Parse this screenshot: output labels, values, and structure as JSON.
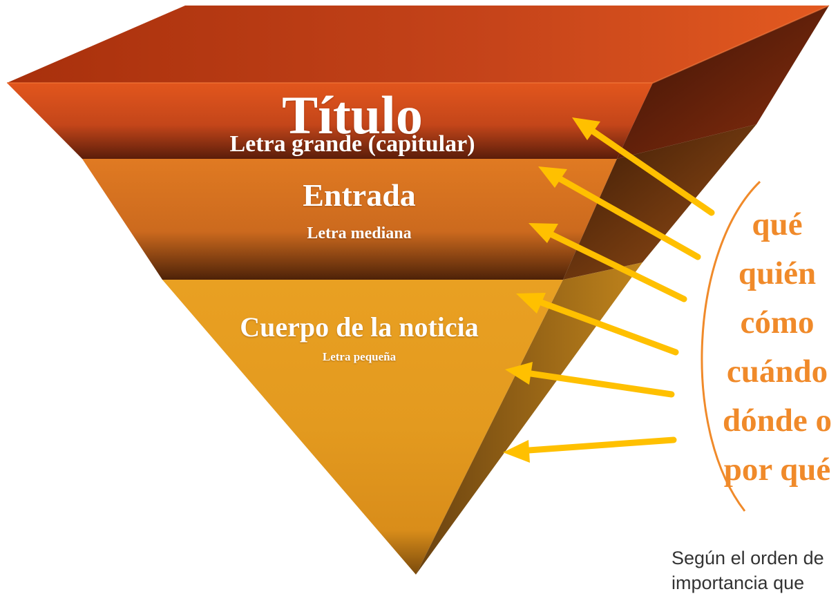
{
  "pyramid": {
    "title": "Título",
    "title_sub": "Letra grande (capitular)",
    "entrada": "Entrada",
    "entrada_sub": "Letra mediana",
    "cuerpo": "Cuerpo de la noticia",
    "cuerpo_sub": "Letra pequeña"
  },
  "questions": [
    "qué",
    "quién",
    "cómo",
    "cuándo",
    "dónde o",
    "por qué"
  ],
  "note": "Según el orden de importancia que",
  "colors": {
    "top_layer": "#e85a1f",
    "middle_layer": "#e8862a",
    "bottom_layer": "#eaa220",
    "arrow": "#ffc000",
    "question_text": "#f08a2a",
    "bracket": "#f08a2a"
  }
}
